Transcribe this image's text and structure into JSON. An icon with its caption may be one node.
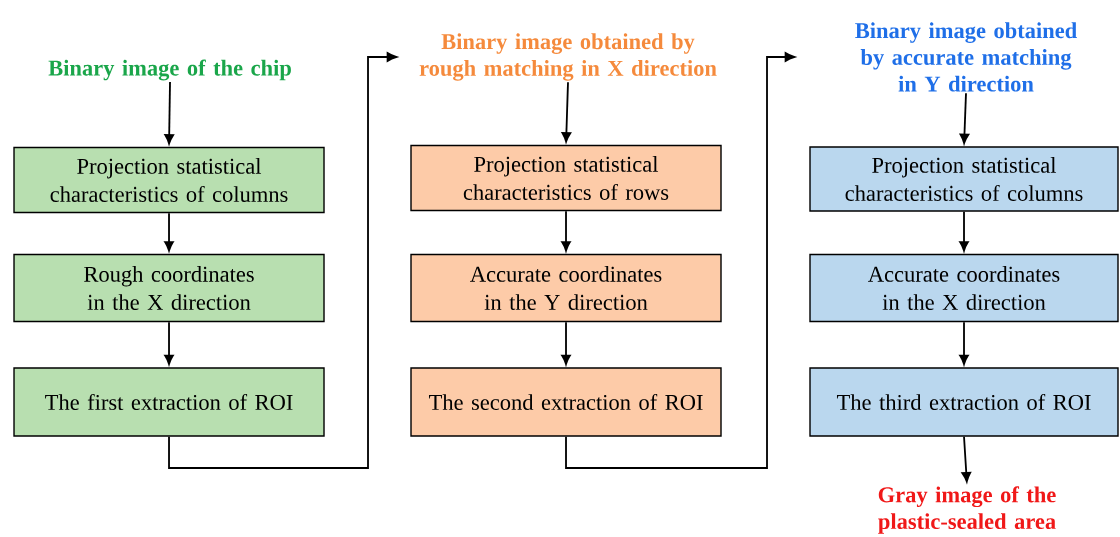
{
  "diagram": {
    "nodes": [
      {
        "text": [
          "Binary image of the chip"
        ]
      },
      {
        "text": [
          "Projection statistical characteristics of columns"
        ]
      },
      {
        "text": [
          "Rough coordinates in the X direction"
        ]
      },
      {
        "text": [
          "The first extraction of ROI"
        ]
      },
      {
        "text": [
          "Binary image obtained by rough matching in X direction"
        ]
      },
      {
        "text": [
          "Projection statistical characteristics of rows"
        ]
      },
      {
        "text": [
          "Accurate coordinates in the Y direction"
        ]
      },
      {
        "text": [
          "The second extraction of ROI"
        ]
      },
      {
        "text": [
          "Binary image obtained by accurate matching in Y direction"
        ]
      },
      {
        "text": [
          "Projection statistical characteristics of columns"
        ]
      },
      {
        "text": [
          "Accurate coordinates in the X direction"
        ]
      },
      {
        "text": [
          "The third extraction of ROI"
        ]
      },
      {
        "text": [
          "Gray image of the plastic-sealed area"
        ]
      }
    ],
    "edges": [
      {
        "from": 0,
        "to": 1,
        "arrow": "to"
      },
      {
        "from": 1,
        "to": 2,
        "arrow": "to"
      },
      {
        "from": 2,
        "to": 3,
        "arrow": "to"
      },
      {
        "from": 3,
        "to": 4,
        "arrow": "to"
      },
      {
        "from": 4,
        "to": 5,
        "arrow": "to"
      },
      {
        "from": 5,
        "to": 6,
        "arrow": "to"
      },
      {
        "from": 6,
        "to": 7,
        "arrow": "to"
      },
      {
        "from": 7,
        "to": 8,
        "arrow": "to"
      },
      {
        "from": 8,
        "to": 9,
        "arrow": "to"
      },
      {
        "from": 9,
        "to": 10,
        "arrow": "to"
      },
      {
        "from": 10,
        "to": 11,
        "arrow": "to"
      },
      {
        "from": 11,
        "to": 12,
        "arrow": "to"
      }
    ]
  }
}
